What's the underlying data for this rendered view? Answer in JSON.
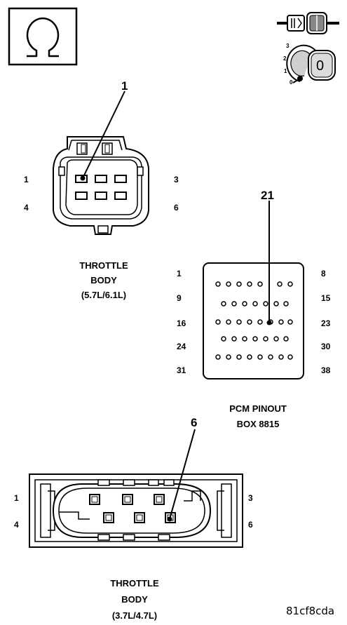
{
  "throttle_body_1": {
    "callout": "1",
    "pin_tl": "1",
    "pin_tr": "3",
    "pin_bl": "4",
    "pin_br": "6",
    "title_line1": "THROTTLE",
    "title_line2": "BODY",
    "title_line3": "(5.7L/6.1L)"
  },
  "pcm": {
    "callout": "21",
    "rows": [
      {
        "left": "1",
        "right": "8"
      },
      {
        "left": "9",
        "right": "15"
      },
      {
        "left": "16",
        "right": "23"
      },
      {
        "left": "24",
        "right": "30"
      },
      {
        "left": "31",
        "right": "38"
      }
    ],
    "title_line1": "PCM PINOUT",
    "title_line2": "BOX 8815"
  },
  "throttle_body_2": {
    "callout": "6",
    "pin_tl": "1",
    "pin_tr": "3",
    "pin_bl": "4",
    "pin_br": "6",
    "title_line1": "THROTTLE",
    "title_line2": "BODY",
    "title_line3": "(3.7L/4.7L)"
  },
  "ignition_scale": [
    "3",
    "2",
    "1",
    "0"
  ],
  "ignition_position": "0",
  "figure_id": "81cf8cda",
  "icons": [
    "ohmmeter-icon",
    "connector-icon",
    "ignition-key-icon"
  ]
}
